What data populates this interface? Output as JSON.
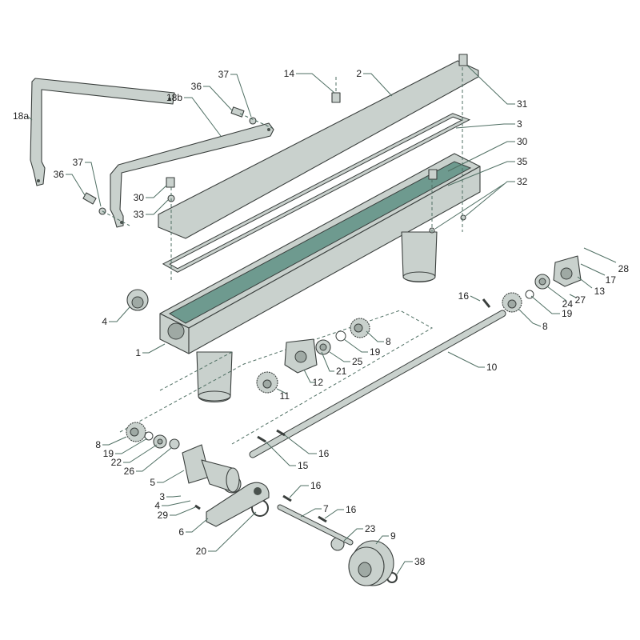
{
  "diagram": {
    "title": "Exploded parts view",
    "labels": [
      "37",
      "36",
      "14",
      "2",
      "31",
      "18b",
      "18a",
      "3",
      "30",
      "35",
      "37",
      "36",
      "30",
      "32",
      "33",
      "28",
      "17",
      "13",
      "27",
      "24",
      "19",
      "16",
      "8",
      "4",
      "8",
      "19",
      "25",
      "21",
      "1",
      "12",
      "11",
      "10",
      "8",
      "19",
      "22",
      "26",
      "16",
      "15",
      "5",
      "16",
      "3",
      "16",
      "7",
      "4",
      "29",
      "23",
      "9",
      "6",
      "20",
      "38"
    ]
  },
  "colors": {
    "part": "#c9d1cd",
    "interior": "#6e9a8f",
    "leader": "#4f6f63"
  }
}
